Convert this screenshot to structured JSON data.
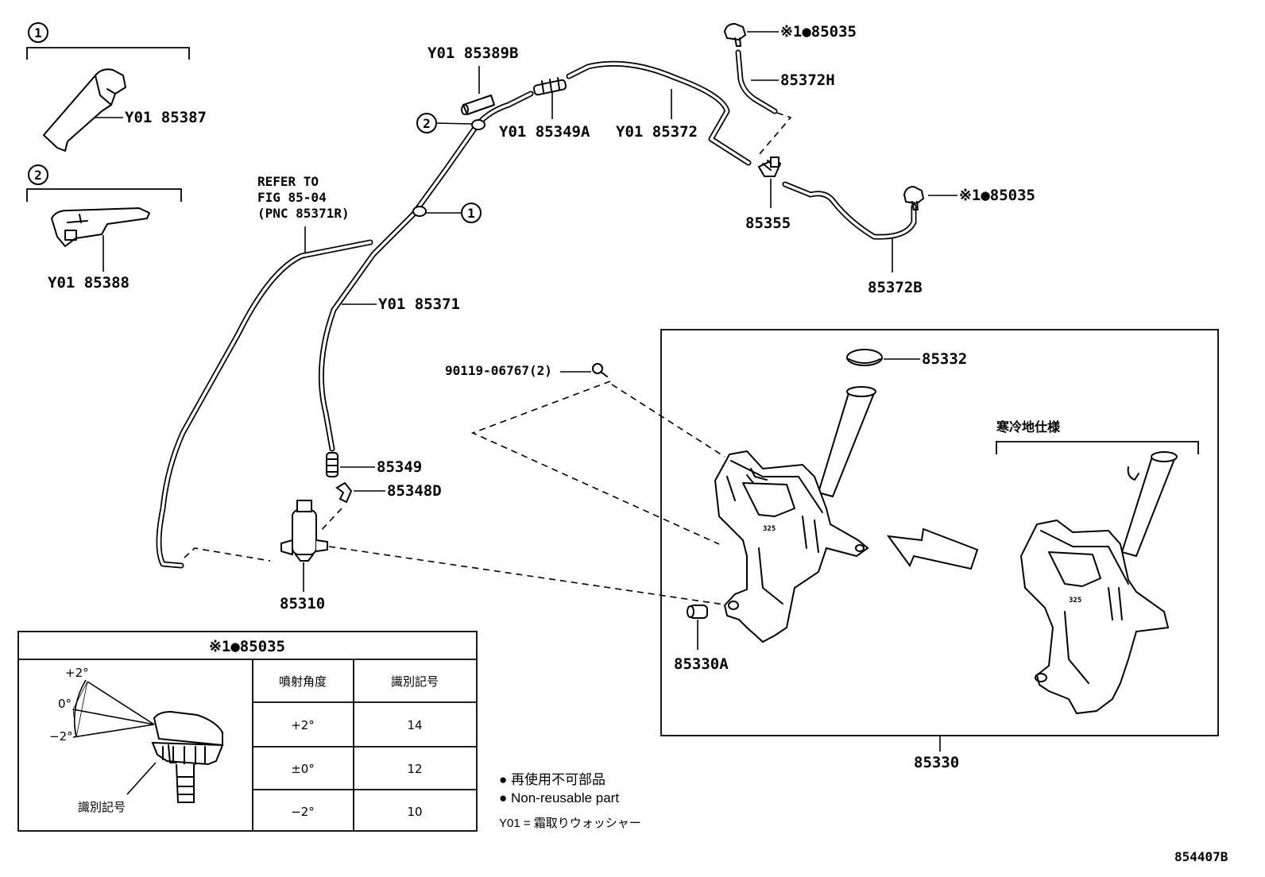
{
  "callouts": {
    "c1_top": "1",
    "c2_top": "2",
    "c2_clip": "2",
    "c1_clip": "1"
  },
  "labels": {
    "y01_85387": "Y01 85387",
    "y01_85388": "Y01 85388",
    "y01_85389b": "Y01 85389B",
    "y01_85349a": "Y01 85349A",
    "y01_85372": "Y01 85372",
    "y01_85371": "Y01 85371",
    "refer_line1": "REFER TO",
    "refer_line2": "FIG 85-04",
    "refer_line3": "(PNC 85371R)",
    "nozzle_top": "※1●85035",
    "nozzle_right": "※1●85035",
    "p85372h": "85372H",
    "p85355": "85355",
    "p85372b": "85372B",
    "p85349": "85349",
    "p85348d": "85348D",
    "p85310": "85310",
    "p90119": "90119-06767(2)",
    "p85332": "85332",
    "p85330a": "85330A",
    "p85330": "85330",
    "cold_spec": "寒冷地仕様"
  },
  "table": {
    "title": "※1●85035",
    "col1_header": "噴射角度",
    "col2_header": "識別記号",
    "rows": [
      {
        "angle": "+2°",
        "code": "14"
      },
      {
        "angle": "±0°",
        "code": "12"
      },
      {
        "angle": "−2°",
        "code": "10"
      }
    ],
    "angle_plus": "+2°",
    "angle_zero": "0°",
    "angle_minus": "−2°",
    "id_mark_label": "識別記号"
  },
  "legend": {
    "non_reusable_jp": "● 再使用不可部品",
    "non_reusable_en": "● Non-reusable part",
    "y01_note": "Y01 = 霜取りウォッシャー"
  },
  "figure_id": "854407B"
}
